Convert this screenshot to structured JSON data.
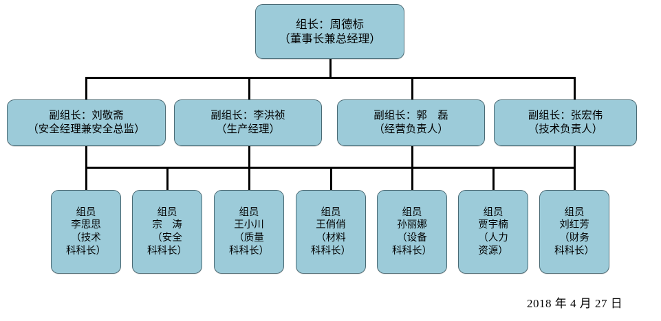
{
  "diagram": {
    "title_node": {
      "name": "leader-box",
      "lines": [
        "组长：周德标",
        "（董事长兼总经理）"
      ]
    },
    "deputies": [
      {
        "name": "deputy-liu-jingzhai",
        "lines": [
          "副组长：刘敬斋",
          "（安全经理兼安全总监）"
        ]
      },
      {
        "name": "deputy-li-hongzhen",
        "lines": [
          "副组长：李洪祯",
          "（生产经理）"
        ]
      },
      {
        "name": "deputy-guo-lei",
        "lines": [
          "副组长：郭　磊",
          "（经营负责人）"
        ]
      },
      {
        "name": "deputy-zhang-hongwei",
        "lines": [
          "副组长：张宏伟",
          "（技术负责人）"
        ]
      }
    ],
    "members": [
      {
        "name": "member-li-sisi",
        "lines": [
          "组员",
          "李思思",
          "（技术",
          "科科长）"
        ]
      },
      {
        "name": "member-zong-tao",
        "lines": [
          "组员",
          "宗　涛",
          "（安全",
          "科科长）"
        ]
      },
      {
        "name": "member-wang-xiaochuan",
        "lines": [
          "组员",
          "王小川",
          "（质量",
          "科科长）"
        ]
      },
      {
        "name": "member-wang-qiaoqiao",
        "lines": [
          "组员",
          "王俏俏",
          "（材料",
          "科科长）"
        ]
      },
      {
        "name": "member-sun-lina",
        "lines": [
          "组员",
          "孙丽娜",
          "（设备",
          "科科长）"
        ]
      },
      {
        "name": "member-jia-yunan",
        "lines": [
          "组员",
          "贾宇楠",
          "（人力",
          "资源）"
        ]
      },
      {
        "name": "member-liu-hongfang",
        "lines": [
          "组员",
          "刘红芳",
          "（财务",
          "科科长）"
        ]
      }
    ],
    "footer": {
      "date": "2018 年 4 月 27 日"
    },
    "colors": {
      "node_fill": "#9CCBD9",
      "node_border": "#4A6A74",
      "line": "#000000",
      "text": "#000000",
      "background": "#FFFFFF"
    }
  }
}
